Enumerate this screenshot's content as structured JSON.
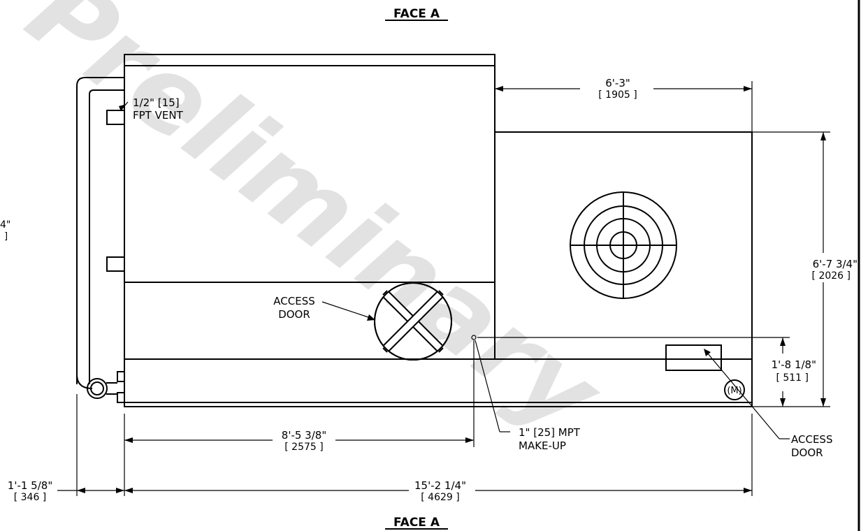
{
  "watermark": "Preliminary",
  "face_label_top": "FACE A",
  "face_label_bottom": "FACE A",
  "callouts": {
    "vent_line1": "1/2\" [15]",
    "vent_line2": "FPT VENT",
    "access_door_left_line1": "ACCESS",
    "access_door_left_line2": "DOOR",
    "makeup_line1": "1\" [25] MPT",
    "makeup_line2": "MAKE-UP",
    "access_door_right_line1": "ACCESS",
    "access_door_right_line2": "DOOR"
  },
  "dimensions": {
    "fan_section_width_imperial": "6'-3\"",
    "fan_section_width_metric": "[ 1905 ]",
    "fan_section_height_imperial": "6'-7 3/4\"",
    "fan_section_height_metric": "[ 2026 ]",
    "basin_height_imperial": "1'-8 1/8\"",
    "basin_height_metric": "[ 511 ]",
    "makeup_offset_imperial": "8'-5 3/8\"",
    "makeup_offset_metric": "[ 2575 ]",
    "overall_length_imperial": "15'-2 1/4\"",
    "overall_length_metric": "[ 4629 ]",
    "piping_offset_imperial": "1'-1 5/8\"",
    "piping_offset_metric": "[ 346 ]",
    "left_partial_imperial": "4\"",
    "left_partial_metric": "]"
  },
  "motor_symbol": "(M)",
  "colors": {
    "line": "#000000",
    "background": "#ffffff",
    "watermark": "#bdbdbd"
  }
}
